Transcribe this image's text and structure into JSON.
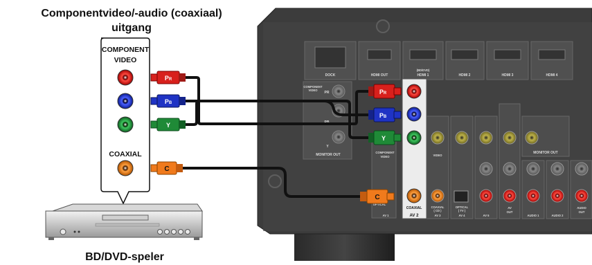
{
  "heading": {
    "line1": "Componentvideo/-audio (coaxiaal)",
    "line2": "uitgang"
  },
  "source_panel": {
    "component_label_1": "COMPONENT",
    "component_label_2": "VIDEO",
    "coaxial_label": "COAXIAL"
  },
  "device_label": "BD/DVD-speler",
  "plugs": {
    "pr": "P",
    "pr_sub": "R",
    "pb": "P",
    "pb_sub": "B",
    "y": "Y",
    "c": "C"
  },
  "receiver": {
    "dock": "DOCK",
    "hdmi_out": "HDMI OUT",
    "hdmi1": "HDMI 1",
    "hdmi1_sub": "(BD/DVD)",
    "hdmi2": "HDMI 2",
    "hdmi3": "HDMI 3",
    "hdmi4": "HDMI 4",
    "component_video_1": "COMPONENT",
    "component_video_2": "VIDEO",
    "pr_label": "PR",
    "pb_label": "PB",
    "y_label": "Y",
    "monitor_out": "MONITOR OUT",
    "monitor_out_2": "MONITOR OUT",
    "coaxial": "COAXIAL",
    "av2": "AV 2",
    "video": "VIDEO",
    "av1": "AV 1",
    "av3": "AV 3",
    "av4": "AV 4",
    "av5": "AV 5",
    "av_out_1": "AV",
    "av_out_2": "OUT",
    "audio1": "AUDIO 1",
    "audio2": "AUDIO 2",
    "audio_out_1": "AUDIO",
    "audio_out_2": "OUT",
    "optical": "OPTICAL",
    "tv": "( TV )",
    "coaxial_cd": "COAXIAL",
    "cd": "( CD )"
  },
  "colors": {
    "red": "#d8201c",
    "blue": "#1f33c4",
    "green": "#1f8a37",
    "orange": "#f07a1c",
    "receiver_body": "#3a3a3a",
    "receiver_panel": "#4a4a4a"
  }
}
